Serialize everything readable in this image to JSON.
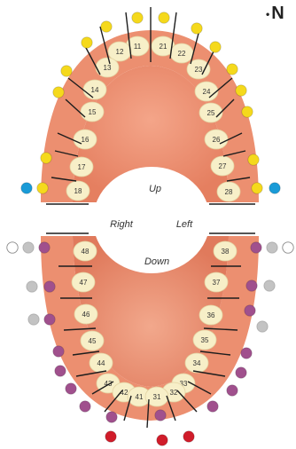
{
  "header": {
    "bullet": "•",
    "label": "N"
  },
  "center_labels": {
    "up": "Up",
    "down": "Down",
    "right": "Right",
    "left": "Left"
  },
  "colors": {
    "yellow": "#f5d91c",
    "blue": "#1a9bd7",
    "purple": "#a0508d",
    "gray": "#c3c3c3",
    "white": "#ffffff",
    "red": "#d01c2a",
    "gum": "#ec8f70",
    "tooth": "#f7efc8"
  },
  "upper_right": [
    {
      "number": "11",
      "circles": [
        "yellow"
      ]
    },
    {
      "number": "12",
      "circles": [
        "yellow"
      ]
    },
    {
      "number": "13",
      "circles": [
        "yellow"
      ]
    },
    {
      "number": "14",
      "circles": [
        "yellow"
      ]
    },
    {
      "number": "15",
      "circles": [
        "yellow"
      ]
    },
    {
      "number": "16",
      "circles": []
    },
    {
      "number": "17",
      "circles": [
        "yellow"
      ]
    },
    {
      "number": "18",
      "circles": [
        "yellow",
        "blue"
      ]
    }
  ],
  "upper_left": [
    {
      "number": "21",
      "circles": [
        "yellow"
      ]
    },
    {
      "number": "22",
      "circles": [
        "yellow"
      ]
    },
    {
      "number": "23",
      "circles": [
        "yellow"
      ]
    },
    {
      "number": "24",
      "circles": [
        "yellow"
      ]
    },
    {
      "number": "25",
      "circles": [
        "yellow"
      ]
    },
    {
      "number": "26",
      "circles": [
        "yellow"
      ]
    },
    {
      "number": "27",
      "circles": [
        "yellow"
      ]
    },
    {
      "number": "28",
      "circles": [
        "yellow",
        "blue"
      ]
    }
  ],
  "lower_right": [
    {
      "number": "48",
      "circles": [
        "purple",
        "gray",
        "white"
      ]
    },
    {
      "number": "47",
      "circles": [
        "purple",
        "gray"
      ]
    },
    {
      "number": "46",
      "circles": [
        "purple",
        "gray"
      ]
    },
    {
      "number": "45",
      "circles": [
        "purple"
      ]
    },
    {
      "number": "44",
      "circles": [
        "purple"
      ]
    },
    {
      "number": "43",
      "circles": [
        "purple"
      ]
    },
    {
      "number": "42",
      "circles": [
        "purple"
      ]
    },
    {
      "number": "41",
      "circles": [
        "purple",
        "red"
      ]
    }
  ],
  "lower_left": [
    {
      "number": "38",
      "circles": [
        "purple",
        "gray",
        "white"
      ]
    },
    {
      "number": "37",
      "circles": [
        "purple",
        "gray"
      ]
    },
    {
      "number": "36",
      "circles": [
        "purple",
        "gray"
      ]
    },
    {
      "number": "35",
      "circles": [
        "purple"
      ]
    },
    {
      "number": "34",
      "circles": [
        "purple"
      ]
    },
    {
      "number": "33",
      "circles": [
        "purple"
      ]
    },
    {
      "number": "32",
      "circles": [
        "purple",
        "red"
      ]
    },
    {
      "number": "31",
      "circles": [
        "purple",
        "red"
      ]
    }
  ]
}
